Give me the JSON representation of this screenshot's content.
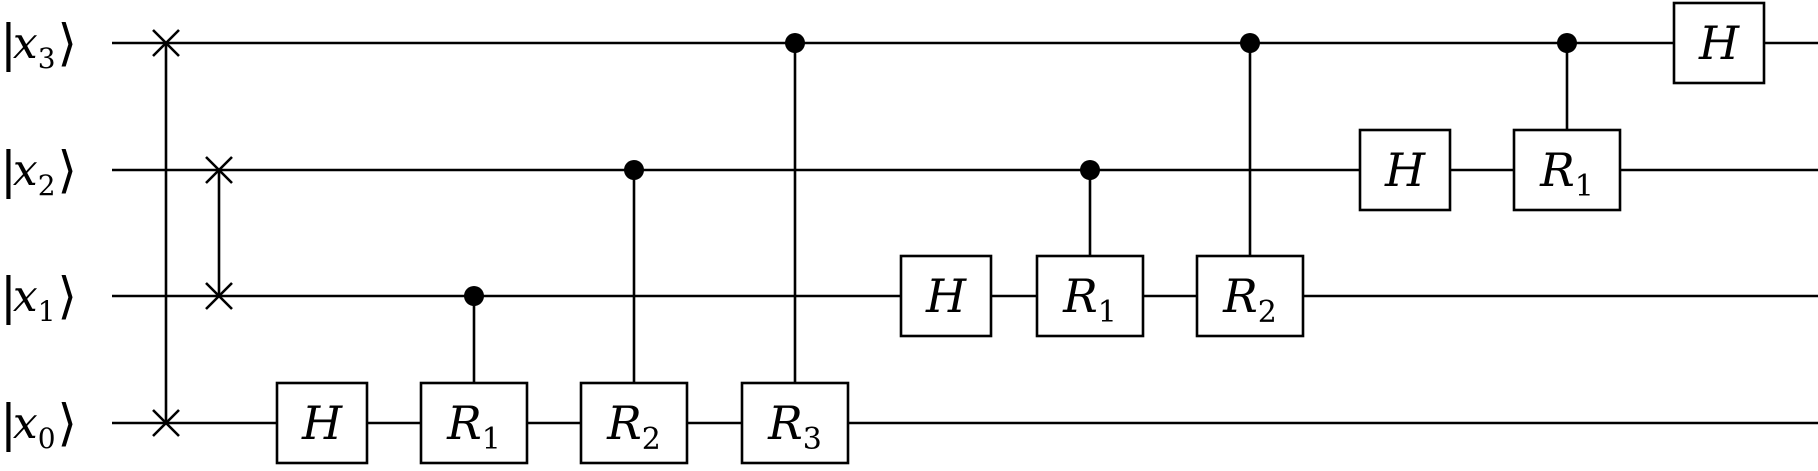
{
  "qubits": [
    {
      "id": 3,
      "base": "x",
      "sub": "3"
    },
    {
      "id": 2,
      "base": "x",
      "sub": "2"
    },
    {
      "id": 1,
      "base": "x",
      "sub": "1"
    },
    {
      "id": 0,
      "base": "x",
      "sub": "0"
    }
  ],
  "operations": [
    {
      "kind": "swap",
      "qubits": [
        3,
        0
      ]
    },
    {
      "kind": "swap",
      "qubits": [
        2,
        1
      ]
    },
    {
      "kind": "gate",
      "label": "H",
      "sub": "",
      "target": 0
    },
    {
      "kind": "controlled",
      "label": "R",
      "sub": "1",
      "target": 0,
      "control": 1
    },
    {
      "kind": "controlled",
      "label": "R",
      "sub": "2",
      "target": 0,
      "control": 2
    },
    {
      "kind": "controlled",
      "label": "R",
      "sub": "3",
      "target": 0,
      "control": 3
    },
    {
      "kind": "gate",
      "label": "H",
      "sub": "",
      "target": 1
    },
    {
      "kind": "controlled",
      "label": "R",
      "sub": "1",
      "target": 1,
      "control": 2
    },
    {
      "kind": "controlled",
      "label": "R",
      "sub": "2",
      "target": 1,
      "control": 3
    },
    {
      "kind": "gate",
      "label": "H",
      "sub": "",
      "target": 2
    },
    {
      "kind": "controlled",
      "label": "R",
      "sub": "1",
      "target": 2,
      "control": 3
    },
    {
      "kind": "gate",
      "label": "H",
      "sub": "",
      "target": 3
    }
  ]
}
